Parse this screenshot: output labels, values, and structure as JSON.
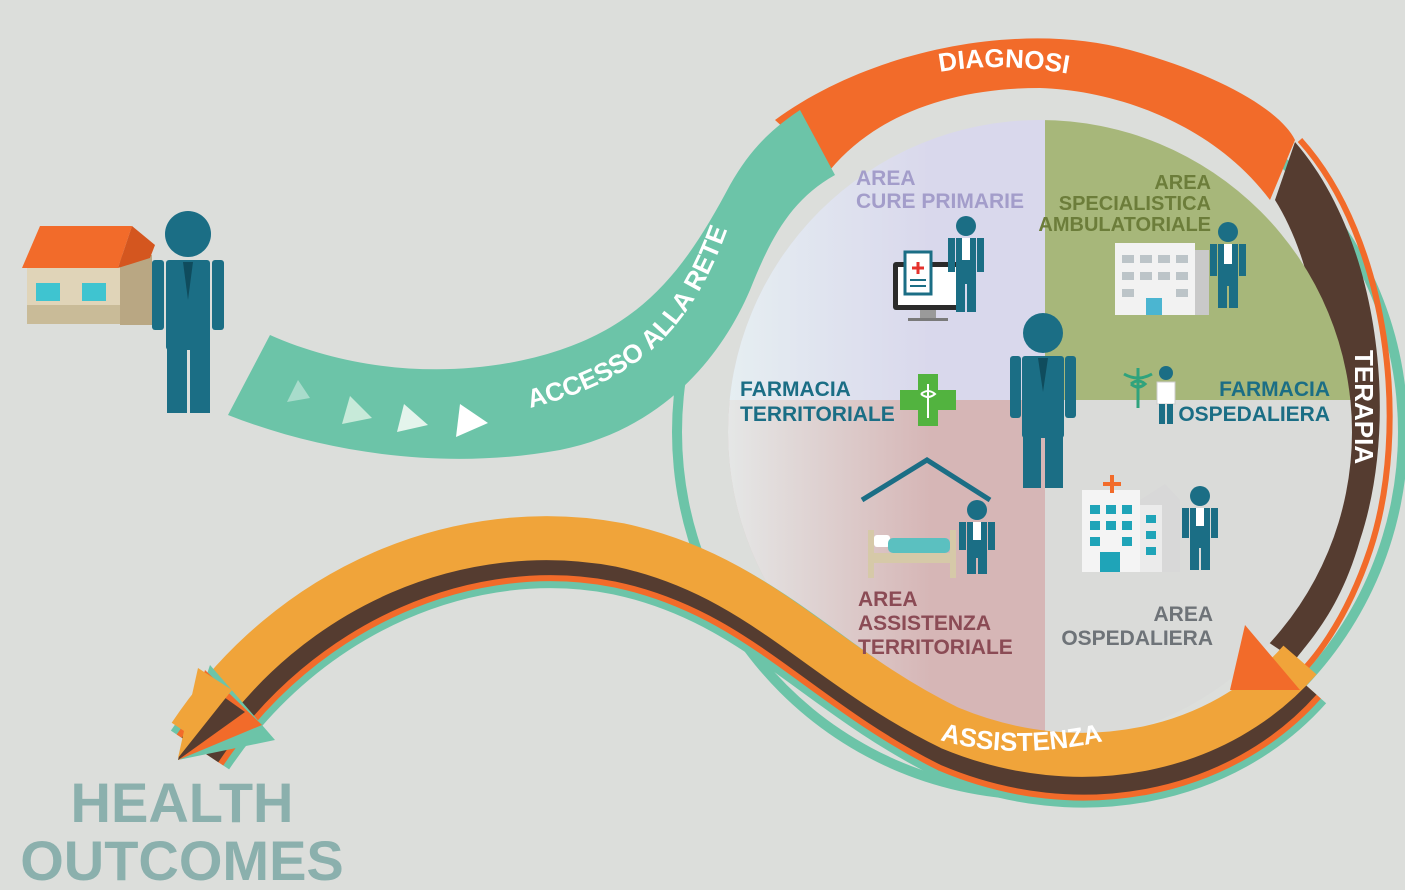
{
  "stages": {
    "access": "ACCESSO ALLA RETE",
    "diagnosis": "DIAGNOSI",
    "therapy": "TERAPIA",
    "assistance": "ASSISTENZA"
  },
  "areas": {
    "primary_care": [
      "AREA",
      "CURE PRIMARIE"
    ],
    "specialist": [
      "AREA",
      "SPECIALISTICA",
      "AMBULATORIALE"
    ],
    "territorial_pharmacy": [
      "FARMACIA",
      "TERRITORIALE"
    ],
    "hospital_pharmacy": [
      "FARMACIA",
      "OSPEDALIERA"
    ],
    "territorial_assistance": [
      "AREA",
      "ASSISTENZA",
      "TERRITORIALE"
    ],
    "hospital": [
      "AREA",
      "OSPEDALIERA"
    ]
  },
  "outcome": [
    "HEALTH",
    "OUTCOMES"
  ],
  "colors": {
    "background": "#dcdedb",
    "teal_band": "#6cc4a8",
    "orange": "#f26b2a",
    "brown": "#553c30",
    "yellow_orange": "#f0a43a",
    "person": "#1b6e85",
    "primary_care_text": "#a39dca",
    "specialist_text": "#6c7d3a",
    "territorial_text": "#8b4b55",
    "hospital_text": "#6e7378",
    "outcome_text": "#8bb0ad"
  },
  "icons": [
    "house-icon",
    "person-icon",
    "computer-icon",
    "doctor-icon",
    "clinic-building-icon",
    "pharmacy-cross-icon",
    "caduceus-icon",
    "pharmacist-icon",
    "bed-icon",
    "hospital-icon"
  ]
}
